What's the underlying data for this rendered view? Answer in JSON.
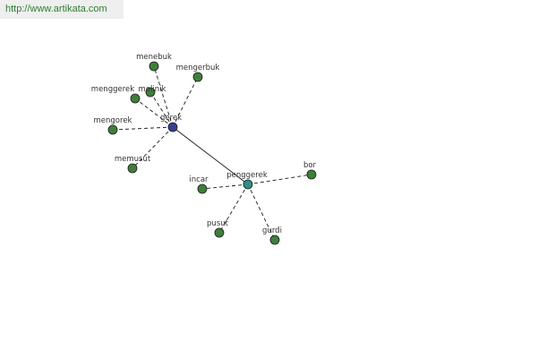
{
  "source_url": "http://www.artikata.com",
  "colors": {
    "hub": "#3b3f8f",
    "secondary_hub": "#2f8f86",
    "leaf": "#3f7f3a",
    "node_stroke": "#1a1a1a",
    "edge": "#1a1a1a",
    "source_text": "#2e7d32"
  },
  "nodes": [
    {
      "id": "gerek",
      "label": "gerek",
      "kind": "hub"
    },
    {
      "id": "penggerek",
      "label": "penggerek",
      "kind": "secondary_hub"
    },
    {
      "id": "menebuk",
      "label": "menebuk",
      "kind": "leaf"
    },
    {
      "id": "mengerbuk",
      "label": "mengerbuk",
      "kind": "leaf"
    },
    {
      "id": "menggerek",
      "label": "menggerek",
      "kind": "leaf"
    },
    {
      "id": "melinik",
      "label": "melinik",
      "kind": "leaf"
    },
    {
      "id": "mengorek",
      "label": "mengorek",
      "kind": "leaf"
    },
    {
      "id": "memusut",
      "label": "memusut",
      "kind": "leaf"
    },
    {
      "id": "incar",
      "label": "incar",
      "kind": "leaf"
    },
    {
      "id": "bor",
      "label": "bor",
      "kind": "leaf"
    },
    {
      "id": "pusut",
      "label": "pusut",
      "kind": "leaf"
    },
    {
      "id": "gurdi",
      "label": "gurdi",
      "kind": "leaf"
    }
  ],
  "edges": [
    {
      "from": "gerek",
      "to": "menebuk",
      "style": "dashed"
    },
    {
      "from": "gerek",
      "to": "mengerbuk",
      "style": "dashed"
    },
    {
      "from": "gerek",
      "to": "menggerek",
      "style": "dashed"
    },
    {
      "from": "gerek",
      "to": "melinik",
      "style": "dashed"
    },
    {
      "from": "gerek",
      "to": "mengorek",
      "style": "dashed"
    },
    {
      "from": "gerek",
      "to": "memusut",
      "style": "dashed"
    },
    {
      "from": "gerek",
      "to": "penggerek",
      "style": "solid"
    },
    {
      "from": "penggerek",
      "to": "incar",
      "style": "dashed"
    },
    {
      "from": "penggerek",
      "to": "bor",
      "style": "dashed"
    },
    {
      "from": "penggerek",
      "to": "pusut",
      "style": "dashed"
    },
    {
      "from": "penggerek",
      "to": "gurdi",
      "style": "dashed"
    }
  ]
}
